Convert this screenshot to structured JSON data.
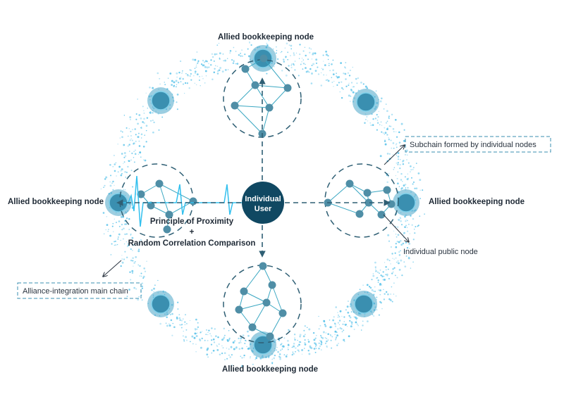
{
  "labels": {
    "top_node": "Allied bookkeeping node",
    "left_node": "Allied bookkeeping node",
    "right_node": "Allied bookkeeping node",
    "bottom_node": "Allied bookkeeping node",
    "subchain": "Subchain formed by individual nodes",
    "public_node": "Individual public node",
    "main_chain": "Alliance-integration main chain",
    "principle_line1": "Principle of Proximity",
    "principle_plus": "+",
    "principle_line2": "Random Correlation Comparison"
  },
  "center": {
    "line1": "Individual",
    "line2": "User"
  },
  "colors": {
    "ring_dots": "#5bc3ea",
    "node_fill": "#4aa6c8",
    "node_core": "#3a8fb0",
    "small_node": "#4f8ea6",
    "edges": "#3aa7c2",
    "dashed": "#2f5f74",
    "center_fill": "#104862",
    "pulse": "#33c0ee"
  }
}
